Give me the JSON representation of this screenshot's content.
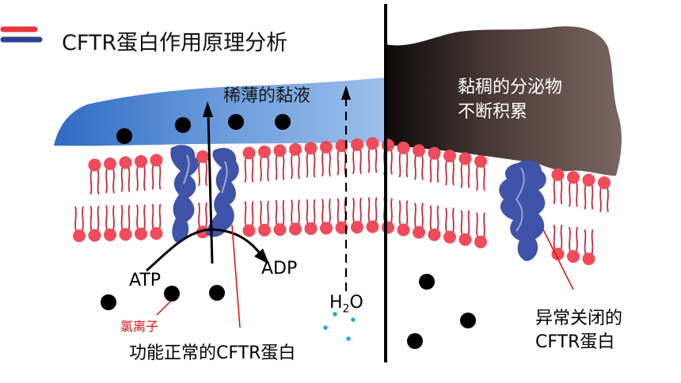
{
  "title": "CFTR蛋白作用原理分析",
  "labels": {
    "thin_mucus": "稀薄的黏液",
    "thick_line1": "黏稠的分泌物",
    "thick_line2": "不断积累",
    "atp": "ATP",
    "adp": "ADP",
    "h2o_h": "H",
    "h2o_sub": "2",
    "h2o_o": "O",
    "chloride_ion": "氯离子",
    "normal_cftr": "功能正常的CFTR蛋白",
    "abnormal_line1": "异常关闭的",
    "abnormal_line2": "CFTR蛋白"
  },
  "colors": {
    "mucus_blue": "#4f86d6",
    "mucus_brown": "#5a4640",
    "protein_blue": "#3f54a8",
    "lipid_head": "#ef4b5b",
    "lipid_tail": "#c8293a",
    "water_dot": "#2aa8e0",
    "pointer_red": "#e01515"
  },
  "icons": [
    "title-accent-icon",
    "chloride-ion-dot-icon",
    "water-molecule-dot-icon"
  ]
}
